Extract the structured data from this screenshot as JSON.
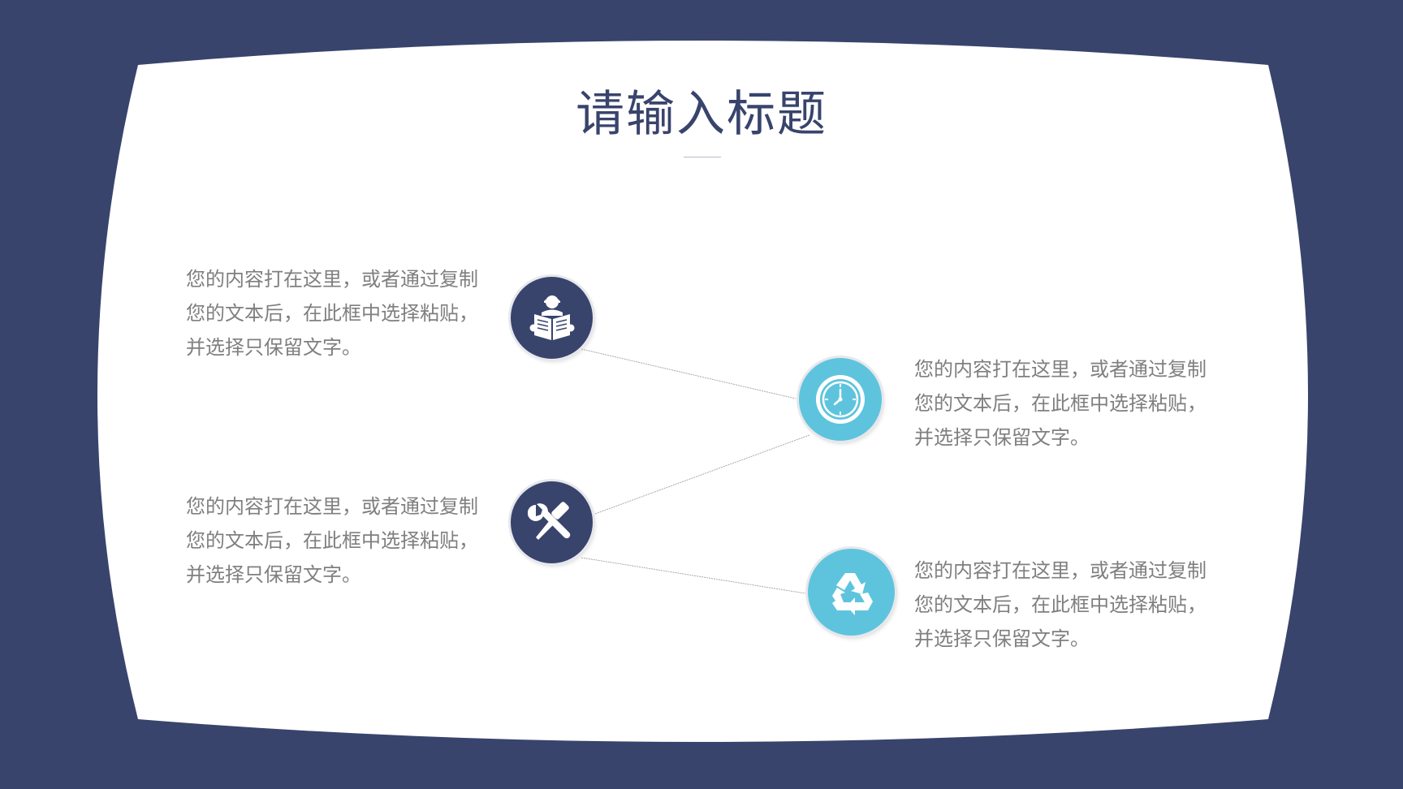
{
  "slide": {
    "title": "请输入标题",
    "colors": {
      "background": "#38446c",
      "card": "#ffffff",
      "accent_dark": "#38446c",
      "accent_light": "#5ec4dd",
      "body_text": "#7f7f7f"
    }
  },
  "items": [
    {
      "icon": "reading-person-icon",
      "text": "您的内容打在这里，或者通过复制您的文本后，在此框中选择粘贴，并选择只保留文字。"
    },
    {
      "icon": "clock-icon",
      "text": "您的内容打在这里，或者通过复制您的文本后，在此框中选择粘贴，并选择只保留文字。"
    },
    {
      "icon": "tools-icon",
      "text": "您的内容打在这里，或者通过复制您的文本后，在此框中选择粘贴，并选择只保留文字。"
    },
    {
      "icon": "recycle-icon",
      "text": "您的内容打在这里，或者通过复制您的文本后，在此框中选择粘贴，并选择只保留文字。"
    }
  ]
}
